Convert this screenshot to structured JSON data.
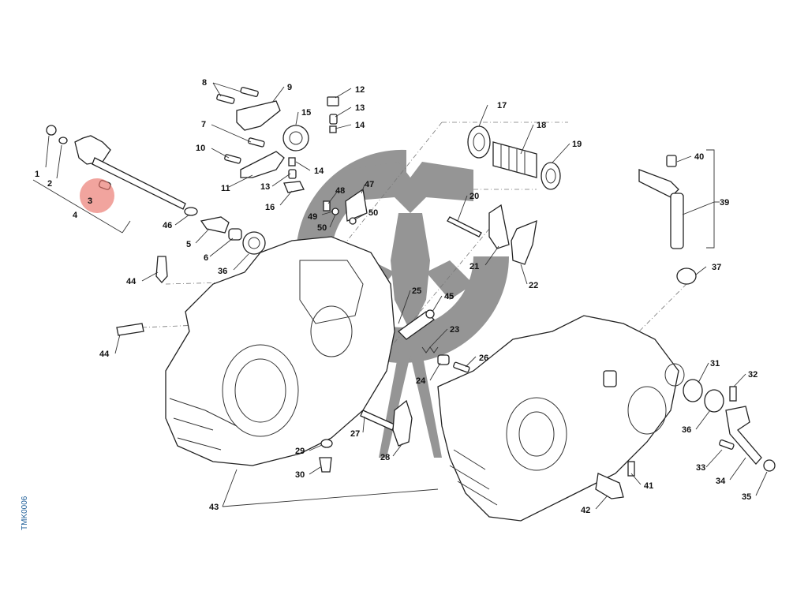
{
  "diagram": {
    "drawing_code": "TMK0006",
    "highlight_color": "#e9736a",
    "watermark_color": "#8a8a8a",
    "highlighted_part": "3",
    "labels": {
      "l1": "1",
      "l2": "2",
      "l3": "3",
      "l4": "4",
      "l5": "5",
      "l6": "6",
      "l7": "7",
      "l8": "8",
      "l9": "9",
      "l10": "10",
      "l11": "11",
      "l12": "12",
      "l13a": "13",
      "l13b": "13",
      "l14a": "14",
      "l14b": "14",
      "l15": "15",
      "l16": "16",
      "l17": "17",
      "l18": "18",
      "l19": "19",
      "l20": "20",
      "l21": "21",
      "l22": "22",
      "l23": "23",
      "l24": "24",
      "l25": "25",
      "l26": "26",
      "l27": "27",
      "l28": "28",
      "l29": "29",
      "l30": "30",
      "l31": "31",
      "l32": "32",
      "l33": "33",
      "l34": "34",
      "l35": "35",
      "l36a": "36",
      "l36b": "36",
      "l37": "37",
      "l39": "39",
      "l40": "40",
      "l41": "41",
      "l42": "42",
      "l43": "43",
      "l44a": "44",
      "l44b": "44",
      "l45": "45",
      "l46": "46",
      "l47": "47",
      "l48": "48",
      "l49": "49",
      "l50a": "50",
      "l50b": "50"
    }
  }
}
